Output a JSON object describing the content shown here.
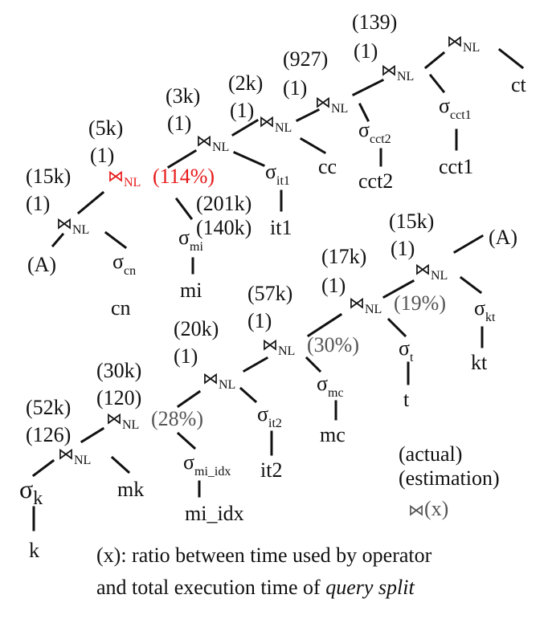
{
  "symbols": {
    "join": "⋈",
    "join_sub": "NL",
    "sigma": "σ"
  },
  "upper_tree": {
    "j1": {
      "actual": "(15k)",
      "estimation": "(1)"
    },
    "j2": {
      "actual": "(5k)",
      "estimation": "(1)",
      "ratio": "(114%)"
    },
    "j3": {
      "actual": "(3k)",
      "estimation": "(1)"
    },
    "j4": {
      "actual": "(2k)",
      "estimation": "(1)"
    },
    "j5": {
      "actual": "(927)",
      "estimation": "(1)"
    },
    "j6": {
      "actual": "(139)",
      "estimation": "(1)"
    },
    "mi_counts": {
      "actual": "(201k)",
      "estimation": "(140k)"
    },
    "leaf_A": "(A)",
    "sel_cn": "cn",
    "leaf_cn": "cn",
    "sel_mi": "mi",
    "leaf_mi": "mi",
    "sel_it1": "it1",
    "leaf_it1": "it1",
    "leaf_cc": "cc",
    "sel_cct2": "cct2",
    "leaf_cct2": "cct2",
    "sel_cct1": "cct1",
    "leaf_cct1": "cct1",
    "leaf_ct": "ct"
  },
  "lower_tree": {
    "j1": {
      "actual": "(52k)",
      "estimation": "(126)"
    },
    "j2": {
      "actual": "(30k)",
      "estimation": "(120)",
      "ratio": "(28%)"
    },
    "j3": {
      "actual": "(20k)",
      "estimation": "(1)"
    },
    "j4": {
      "actual": "(57k)",
      "estimation": "(1)",
      "ratio": "(30%)"
    },
    "j5": {
      "actual": "(17k)",
      "estimation": "(1)",
      "ratio": "(19%)"
    },
    "j6": {
      "actual": "(15k)",
      "estimation": "(1)"
    },
    "sel_k": "k",
    "leaf_k": "k",
    "leaf_mk": "mk",
    "sel_mi_idx": "mi_idx",
    "leaf_mi_idx": "mi_idx",
    "sel_it2": "it2",
    "leaf_it2": "it2",
    "sel_mc": "mc",
    "leaf_mc": "mc",
    "sel_t": "t",
    "leaf_t": "t",
    "sel_kt": "kt",
    "leaf_kt": "kt",
    "leaf_A": "(A)"
  },
  "legend": {
    "actual": "(actual)",
    "estimation": "(estimation)",
    "ratio": "(x)"
  },
  "caption": {
    "line1": "(x): ratio between time used by operator",
    "line2_prefix": "and total execution time of ",
    "line2_emph": "query split"
  },
  "colors": {
    "highlight": "#e8191a",
    "ratio_gray": "#555555",
    "ink": "#111111"
  }
}
